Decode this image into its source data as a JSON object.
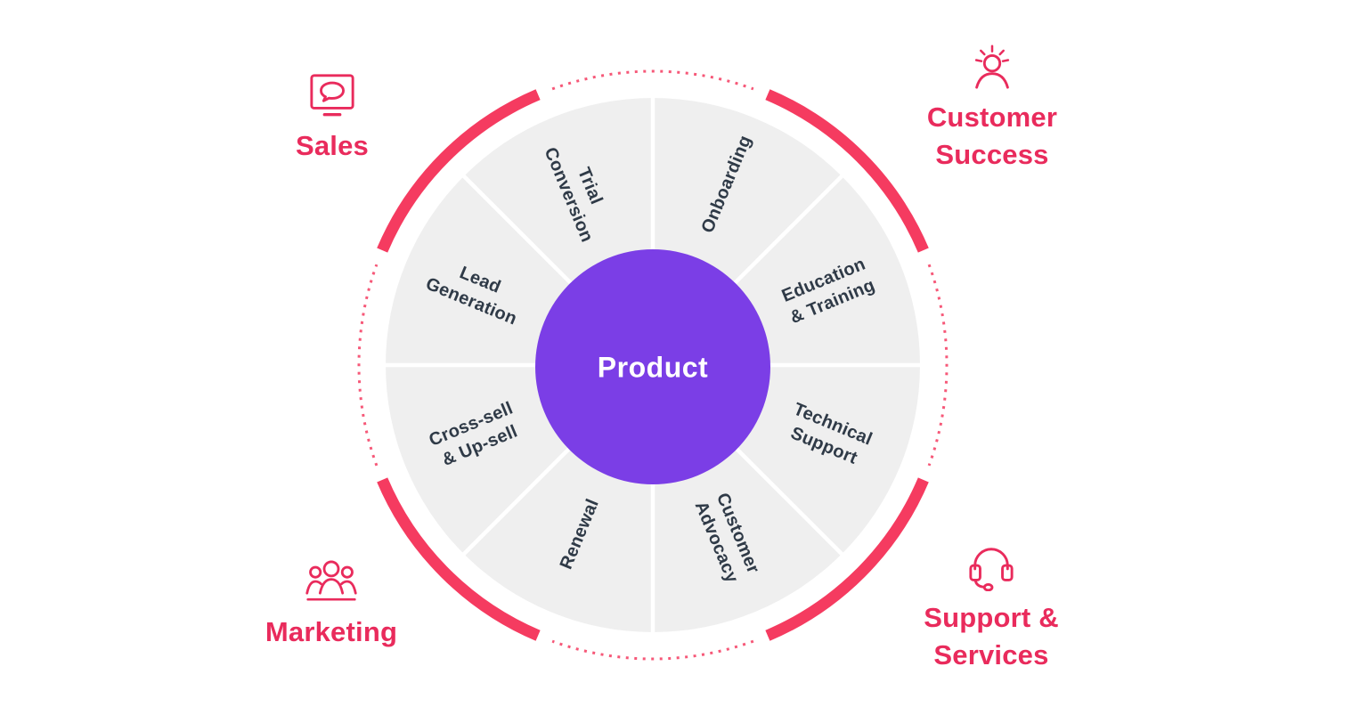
{
  "colors": {
    "arc_pink": "#F53B60",
    "label_pink": "#E92B5C",
    "product_purple": "#7B3EE6",
    "wheel_gray": "#EFEFEF",
    "segment_text": "#2F3A47",
    "center_text": "#FFFFFF",
    "background": "#FFFFFF"
  },
  "center": {
    "label": "Product"
  },
  "segments": [
    {
      "name": "trial-conversion",
      "label": "Trial\nConversion"
    },
    {
      "name": "onboarding",
      "label": "Onboarding"
    },
    {
      "name": "education-training",
      "label": "Education\n& Training"
    },
    {
      "name": "technical-support",
      "label": "Technical\nSupport"
    },
    {
      "name": "customer-advocacy",
      "label": "Customer\nAdvocacy"
    },
    {
      "name": "renewal",
      "label": "Renewal"
    },
    {
      "name": "cross-sell-up-sell",
      "label": "Cross-sell\n& Up-sell"
    },
    {
      "name": "lead-generation",
      "label": "Lead\nGeneration"
    }
  ],
  "outer_groups": {
    "sales": {
      "label": "Sales",
      "icon": "monitor-chat-icon"
    },
    "customer_success": {
      "label": "Customer\nSuccess",
      "icon": "shining-person-icon"
    },
    "support_services": {
      "label": "Support &\nServices",
      "icon": "headset-icon"
    },
    "marketing": {
      "label": "Marketing",
      "icon": "people-group-icon"
    }
  }
}
